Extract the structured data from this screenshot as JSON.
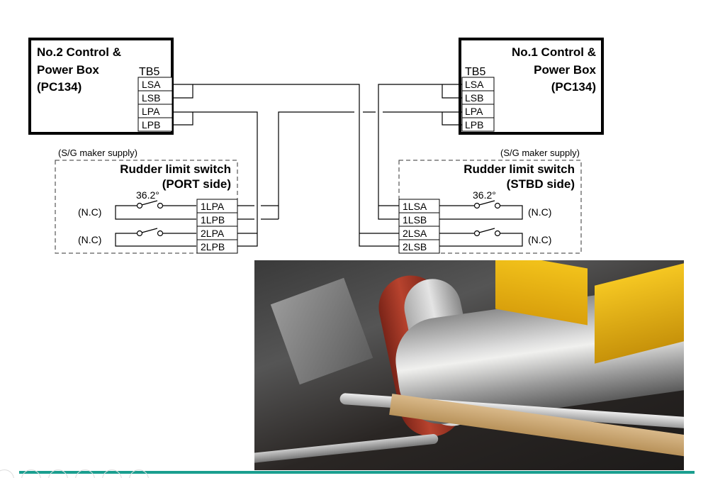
{
  "left_box": {
    "title_line1": "No.2 Control &",
    "title_line2": "Power Box",
    "title_line3": "(PC134)",
    "tb_label": "TB5",
    "terminals": [
      "LSA",
      "LSB",
      "LPA",
      "LPB"
    ]
  },
  "right_box": {
    "title_line1": "No.1 Control &",
    "title_line2": "Power Box",
    "title_line3": "(PC134)",
    "tb_label": "TB5",
    "terminals": [
      "LSA",
      "LSB",
      "LPA",
      "LPB"
    ]
  },
  "port_switch": {
    "supply_note": "(S/G maker supply)",
    "title_line1": "Rudder limit switch",
    "title_line2": "(PORT side)",
    "angle": "36.2°",
    "nc_labels": [
      "(N.C)",
      "(N.C)"
    ],
    "terminals": [
      "1LPA",
      "1LPB",
      "2LPA",
      "2LPB"
    ]
  },
  "stbd_switch": {
    "supply_note": "(S/G maker supply)",
    "title_line1": "Rudder limit switch",
    "title_line2": "(STBD side)",
    "angle": "36.2°",
    "nc_labels": [
      "(N.C)",
      "(N.C)"
    ],
    "terminals": [
      "1LSA",
      "1LSB",
      "2LSA",
      "2LSB"
    ]
  },
  "colors": {
    "footer_accent": "#1a9e8f"
  }
}
